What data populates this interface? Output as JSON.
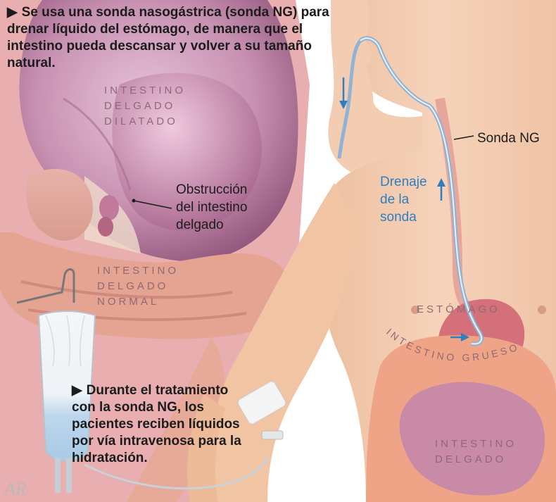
{
  "captions": {
    "top": "Se usa una sonda nasogástrica (sonda NG) para drenar líquido del estómago, de manera que el intestino pueda descansar y volver a su tamaño natural.",
    "bottom": "Durante el tratamiento con la sonda NG, los pacientes reciben líquidos por vía intravenosa para la hidratación."
  },
  "labels": {
    "dilated_intestine": [
      "INTESTINO",
      "DELGADO",
      "DILATADO"
    ],
    "obstruction": [
      "Obstrucción",
      "del intestino",
      "delgado"
    ],
    "normal_intestine": [
      "INTESTINO",
      "DELGADO",
      "NORMAL"
    ],
    "ng_tube": "Sonda NG",
    "drainage": [
      "Drenaje",
      "de la",
      "sonda"
    ],
    "stomach": "ESTÓMAGO",
    "large_intestine": "INTESTINO GRUESO",
    "small_intestine": [
      "INTESTINO",
      "DELGADO"
    ]
  },
  "signature": "AR",
  "colors": {
    "skin": "#f2c7a8",
    "intestine_pink": "#c990b1",
    "normal_intestine": "#e4a392",
    "tube": "#b3cde6",
    "arrow_blue": "#2f7fc0",
    "text": "#1c1c1c"
  }
}
